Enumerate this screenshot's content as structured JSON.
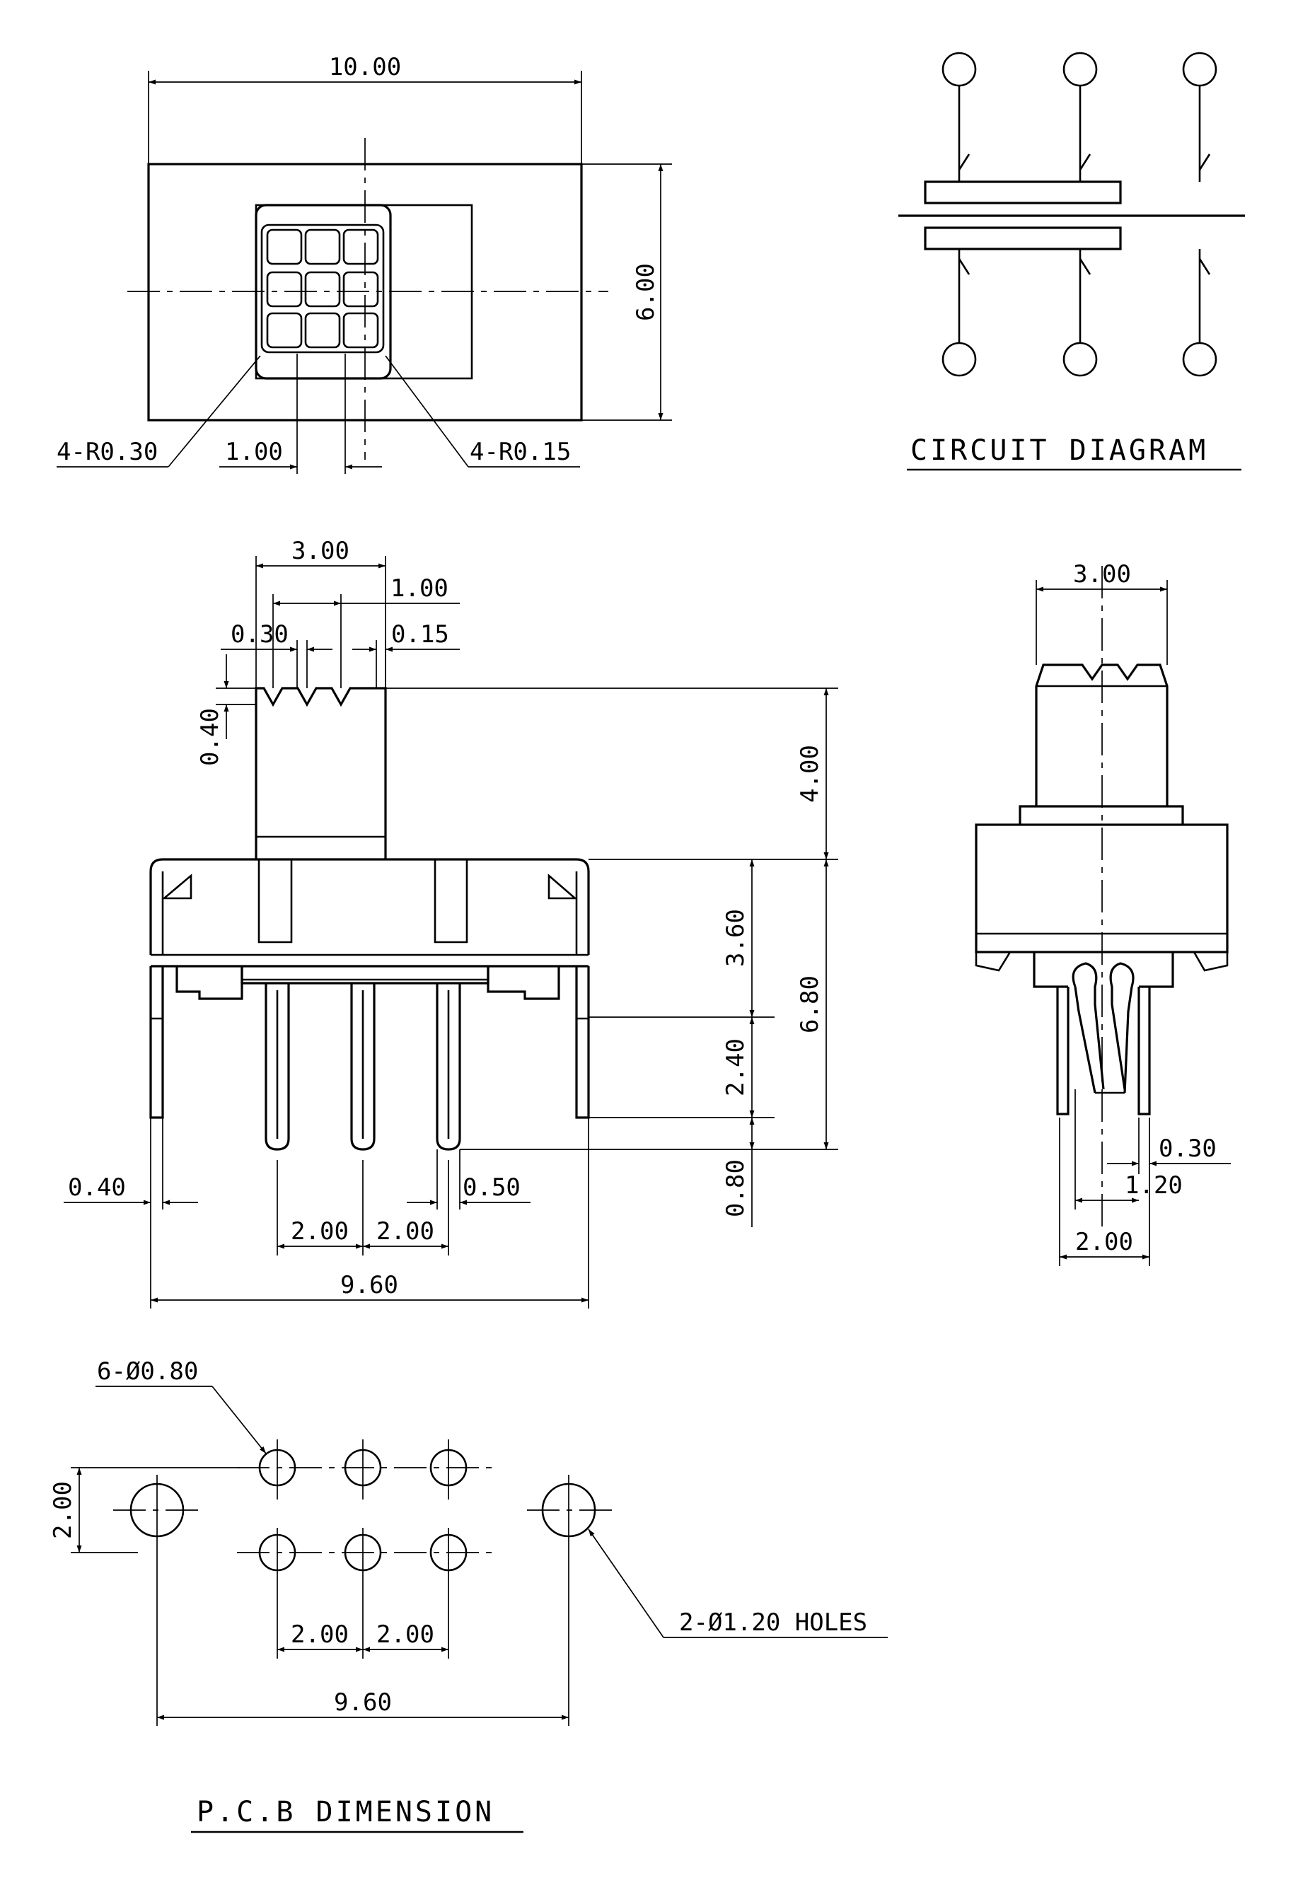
{
  "top_view": {
    "width": "10.00",
    "height": "6.00",
    "radius_left": "4-R0.30",
    "radius_right": "4-R0.15",
    "pitch": "1.00"
  },
  "circuit": {
    "title": "CIRCUIT DIAGRAM"
  },
  "front_view": {
    "actuator_width": "3.00",
    "actuator_pitch": "1.00",
    "groove_left": "0.30",
    "groove_right": "0.15",
    "tip_height": "0.40",
    "actuator_height": "4.00",
    "body_height": "3.60",
    "pin_step": "2.40",
    "total_height": "6.80",
    "pin_tip": "0.80",
    "leg_width": "0.40",
    "pin_width": "0.50",
    "pin_pitch_1": "2.00",
    "pin_pitch_2": "2.00",
    "overall_width": "9.60"
  },
  "side_view": {
    "actuator_width": "3.00",
    "pin_thickness": "0.30",
    "pin_offset": "1.20",
    "row_spacing": "2.00"
  },
  "pcb": {
    "title": "P.C.B DIMENSION",
    "pin_holes": "6-Ø0.80",
    "mount_holes": "2-Ø1.20 HOLES",
    "row_spacing": "2.00",
    "pitch_1": "2.00",
    "pitch_2": "2.00",
    "overall_width": "9.60"
  }
}
